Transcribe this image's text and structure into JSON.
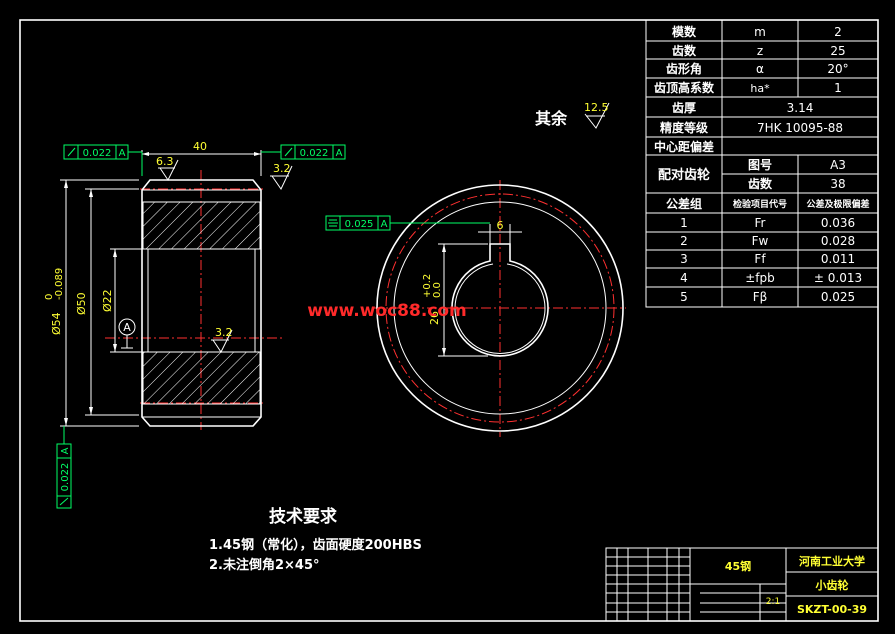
{
  "watermark": "www.woc88.com",
  "roughness_note": {
    "label": "其余",
    "value": "12.5"
  },
  "gear_table": [
    {
      "name": "模数",
      "symbol": "m",
      "value": "2"
    },
    {
      "name": "齿数",
      "symbol": "z",
      "value": "25"
    },
    {
      "name": "齿形角",
      "symbol": "α",
      "value": "20°"
    },
    {
      "name": "齿顶高系数",
      "symbol": "ha*",
      "value": "1"
    },
    {
      "name": "齿厚",
      "value": "3.14"
    },
    {
      "name": "精度等级",
      "value": "7HK 10095-88"
    },
    {
      "name": "中心距偏差",
      "value": ""
    }
  ],
  "mating_gear": {
    "label": "配对齿轮",
    "rows": [
      {
        "name": "图号",
        "value": "A3"
      },
      {
        "name": "齿数",
        "value": "38"
      }
    ]
  },
  "tolerance_table": {
    "headers": [
      "公差组",
      "检验项目代号",
      "公差及极限偏差"
    ],
    "rows": [
      {
        "group": "1",
        "code": "Fr",
        "value": "0.036"
      },
      {
        "group": "2",
        "code": "Fw",
        "value": "0.028"
      },
      {
        "group": "3",
        "code": "Ff",
        "value": "0.011"
      },
      {
        "group": "4",
        "code": "±fpb",
        "value": "± 0.013"
      },
      {
        "group": "5",
        "code": "Fβ",
        "value": "0.025"
      }
    ]
  },
  "side_view": {
    "width_dim": "40",
    "roughness_left": "6.3",
    "roughness_right": "3.2",
    "roughness_bore": "3.2",
    "fcf_left": "0.022",
    "fcf_right": "0.022",
    "fcf_bottom": "0.022",
    "datum_ref": "A",
    "dim_outer": "Ø54",
    "dim_outer_tol_upper": "0",
    "dim_outer_tol_lower": "-0.089",
    "dim_pitch": "Ø50",
    "dim_bore": "Ø22",
    "datum": "A"
  },
  "front_view": {
    "fcf_sym": "0.025",
    "fcf_sym_ref": "A",
    "keyway_width": "6",
    "keyway_depth": "26",
    "keyway_tol_upper": "+0.2",
    "keyway_tol_lower": "0.0"
  },
  "tech_requirements": {
    "title": "技术要求",
    "items": [
      "1.45钢（常化），齿面硬度200HBS",
      "2.未注倒角2×45°"
    ]
  },
  "title_block": {
    "material": "45钢",
    "school": "河南工业大学",
    "part_name": "小齿轮",
    "drawing_no": "SKZT-00-39",
    "scale": "2:1"
  }
}
